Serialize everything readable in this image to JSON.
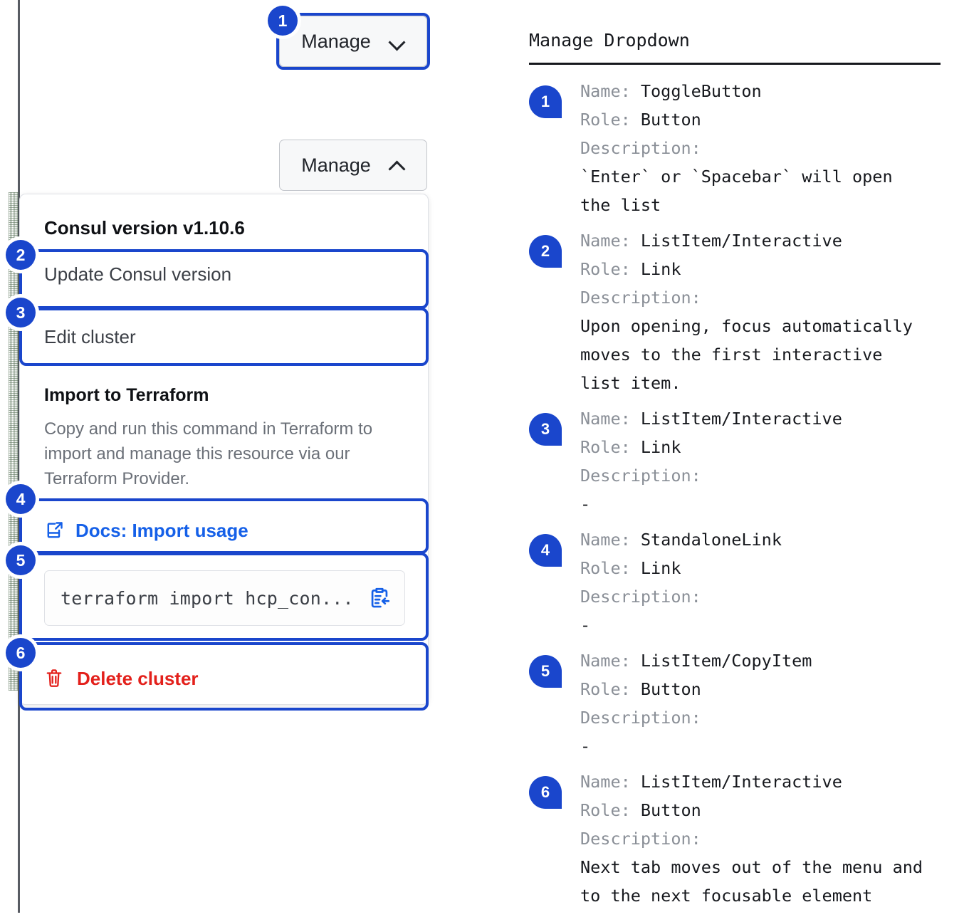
{
  "colors": {
    "accent_blue": "#1a46cc",
    "link_blue": "#1560e8",
    "danger_red": "#e3201b",
    "text_dark": "#16181d",
    "text_muted": "#6b7078",
    "label_grey": "#8a8f97",
    "panel_border": "#dfe1e6",
    "button_bg": "#f7f8f9",
    "edge_rule": "#585c63"
  },
  "left": {
    "toggle_closed": {
      "label": "Manage",
      "icon": "chevron-down-icon"
    },
    "toggle_open": {
      "label": "Manage",
      "icon": "chevron-up-icon"
    },
    "dropdown": {
      "heading": "Consul version v1.10.6",
      "update_version_label": "Update Consul version",
      "edit_cluster_label": "Edit cluster",
      "terraform_title": "Import to Terraform",
      "terraform_description": "Copy and run this command in Terraform to import and manage this resource via our Terraform Provider.",
      "docs_link_label": "Docs: Import usage",
      "docs_link_icon": "external-document-icon",
      "command_value": "terraform import hcp_con...",
      "copy_icon": "clipboard-copy-icon",
      "delete_label": "Delete cluster",
      "delete_icon": "trash-icon"
    },
    "markers": [
      "1",
      "2",
      "3",
      "4",
      "5",
      "6"
    ]
  },
  "right": {
    "title": "Manage Dropdown",
    "field_labels": {
      "name": "Name:",
      "role": "Role:",
      "description": "Description:"
    },
    "items": [
      {
        "marker": "1",
        "name": "ToggleButton",
        "role": "Button",
        "description": "`Enter` or `Spacebar` will open\nthe list"
      },
      {
        "marker": "2",
        "name": "ListItem/Interactive",
        "role": "Link",
        "description": "Upon opening, focus automatically\nmoves to the first interactive\nlist item."
      },
      {
        "marker": "3",
        "name": "ListItem/Interactive",
        "role": "Link",
        "description": "-"
      },
      {
        "marker": "4",
        "name": "StandaloneLink",
        "role": "Link",
        "description": "-"
      },
      {
        "marker": "5",
        "name": "ListItem/CopyItem",
        "role": "Button",
        "description": "-"
      },
      {
        "marker": "6",
        "name": "ListItem/Interactive",
        "role": "Button",
        "description": "Next tab moves out of the menu and\nto the next focusable element"
      }
    ]
  }
}
